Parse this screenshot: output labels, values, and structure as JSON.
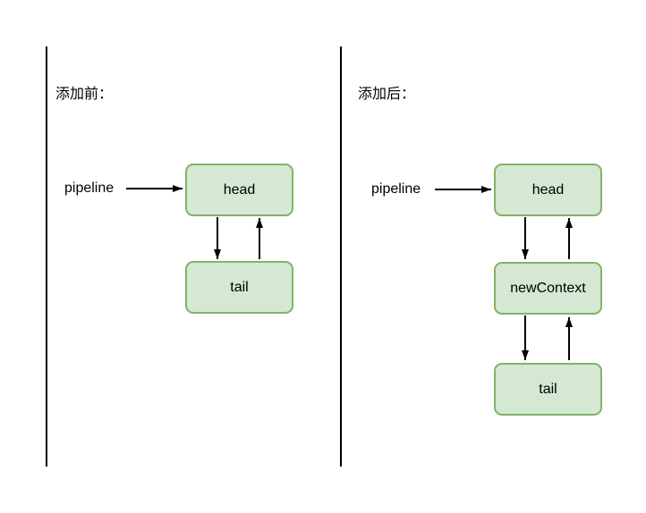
{
  "diagram": {
    "colors": {
      "node_fill": "#d5e8d4",
      "node_border": "#82b366",
      "arrow": "#000000",
      "separator": "#000000",
      "text": "#000000"
    },
    "before": {
      "title": "添加前：",
      "pointer_label": "pipeline",
      "nodes": [
        {
          "label": "head"
        },
        {
          "label": "tail"
        }
      ]
    },
    "after": {
      "title": "添加后：",
      "pointer_label": "pipeline",
      "nodes": [
        {
          "label": "head"
        },
        {
          "label": "newContext"
        },
        {
          "label": "tail"
        }
      ]
    }
  }
}
